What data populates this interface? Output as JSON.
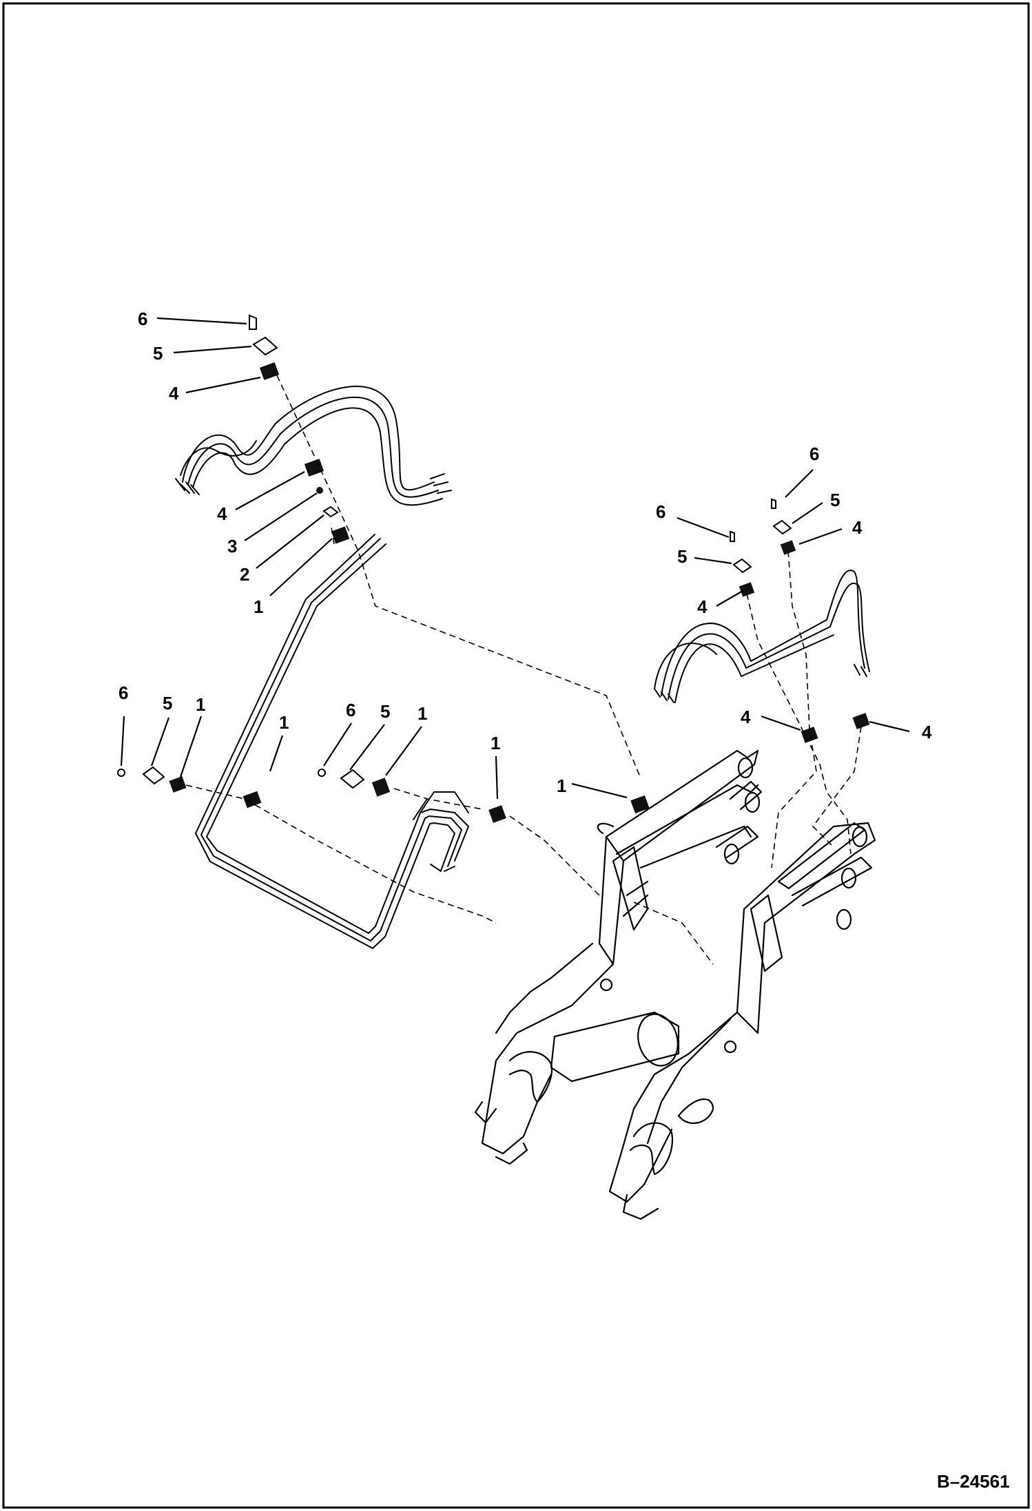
{
  "diagram": {
    "drawing_number": "B–24561",
    "callouts": [
      {
        "id": "c6a",
        "label": "6"
      },
      {
        "id": "c5a",
        "label": "5"
      },
      {
        "id": "c4a",
        "label": "4"
      },
      {
        "id": "c4b",
        "label": "4"
      },
      {
        "id": "c3a",
        "label": "3"
      },
      {
        "id": "c2a",
        "label": "2"
      },
      {
        "id": "c1a",
        "label": "1"
      },
      {
        "id": "c6b",
        "label": "6"
      },
      {
        "id": "c5b",
        "label": "5"
      },
      {
        "id": "c1b",
        "label": "1"
      },
      {
        "id": "c1c",
        "label": "1"
      },
      {
        "id": "c6c",
        "label": "6"
      },
      {
        "id": "c5c",
        "label": "5"
      },
      {
        "id": "c1d",
        "label": "1"
      },
      {
        "id": "c1e",
        "label": "1"
      },
      {
        "id": "c1f",
        "label": "1"
      },
      {
        "id": "c6d",
        "label": "6"
      },
      {
        "id": "c5d",
        "label": "5"
      },
      {
        "id": "c4c",
        "label": "4"
      },
      {
        "id": "c6e",
        "label": "6"
      },
      {
        "id": "c5e",
        "label": "5"
      },
      {
        "id": "c4d",
        "label": "4"
      },
      {
        "id": "c4e",
        "label": "4"
      },
      {
        "id": "c4f",
        "label": "4"
      }
    ]
  }
}
